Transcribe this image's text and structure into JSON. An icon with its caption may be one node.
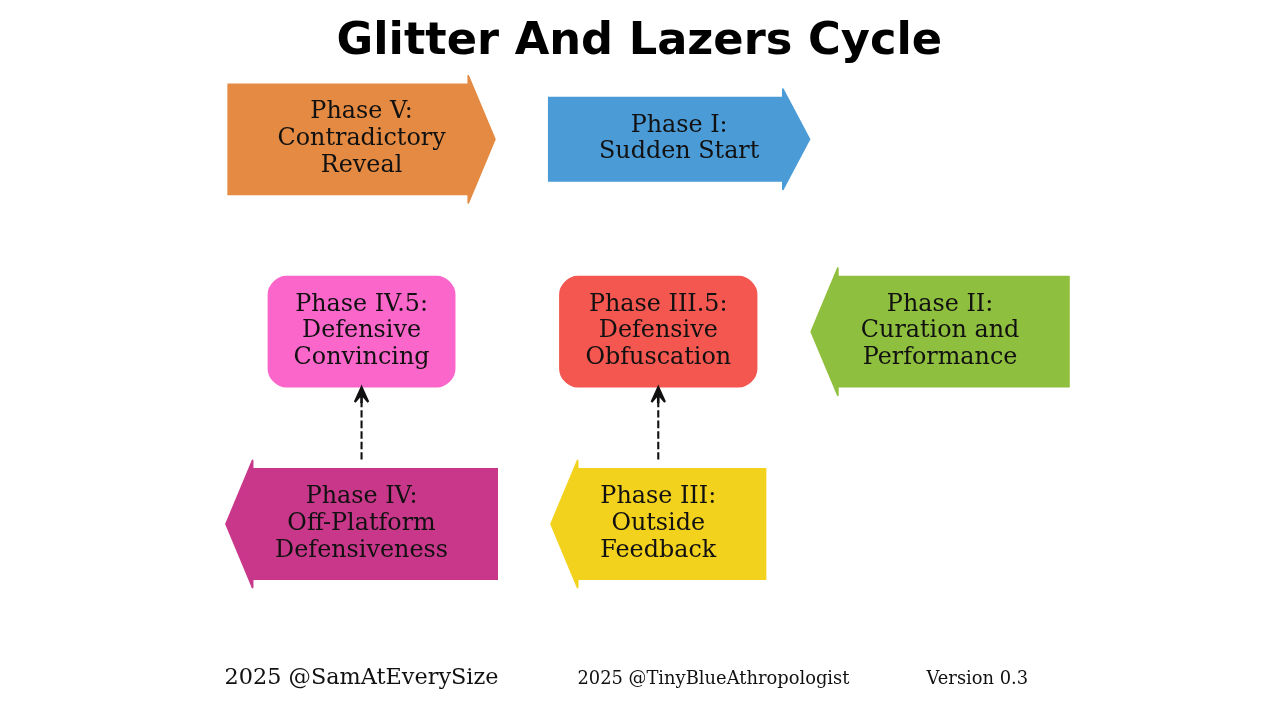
{
  "diagram": {
    "title": "Glitter And Lazers Cycle",
    "nodes": [
      {
        "text": [
          "Phase I: Sudden Start"
        ]
      },
      {
        "text": [
          "Phase V: Contradictory Reveal"
        ]
      },
      {
        "text": [
          "Phase IV.5: Defensive Convincing"
        ]
      },
      {
        "text": [
          "Phase II: Curation and Performance"
        ]
      },
      {
        "text": [
          "Phase III.5: Defensive Obfuscation"
        ]
      },
      {
        "text": [
          "Phase IV: Off-Platform Defensiveness"
        ]
      },
      {
        "text": [
          "Phase III: Outside Feedback"
        ]
      }
    ],
    "edges": [
      {
        "from": 5,
        "to": 2,
        "arrow": "to",
        "style": "dashed"
      },
      {
        "from": 6,
        "to": 4,
        "arrow": "to",
        "style": "dashed"
      }
    ],
    "labels": [
      "2025 @SamAtEverySize",
      "2025 @TinyBlueAthropologist",
      "Version 0.3"
    ]
  }
}
